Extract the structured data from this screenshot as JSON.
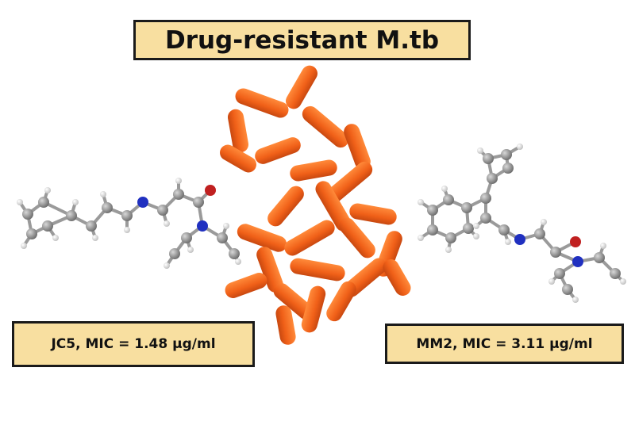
{
  "title": "Drug-resistant M.tb",
  "compounds": [
    {
      "label": "JC5, MIC = 1.48 μg/ml"
    },
    {
      "label": "MM2, MIC = 3.11 μg/ml"
    }
  ],
  "colors": {
    "box_fill": "#f8dfa0",
    "bacteria": "#f06a1e",
    "carbon": "#8a8a8a",
    "nitrogen": "#2030c0",
    "oxygen": "#c02020"
  }
}
